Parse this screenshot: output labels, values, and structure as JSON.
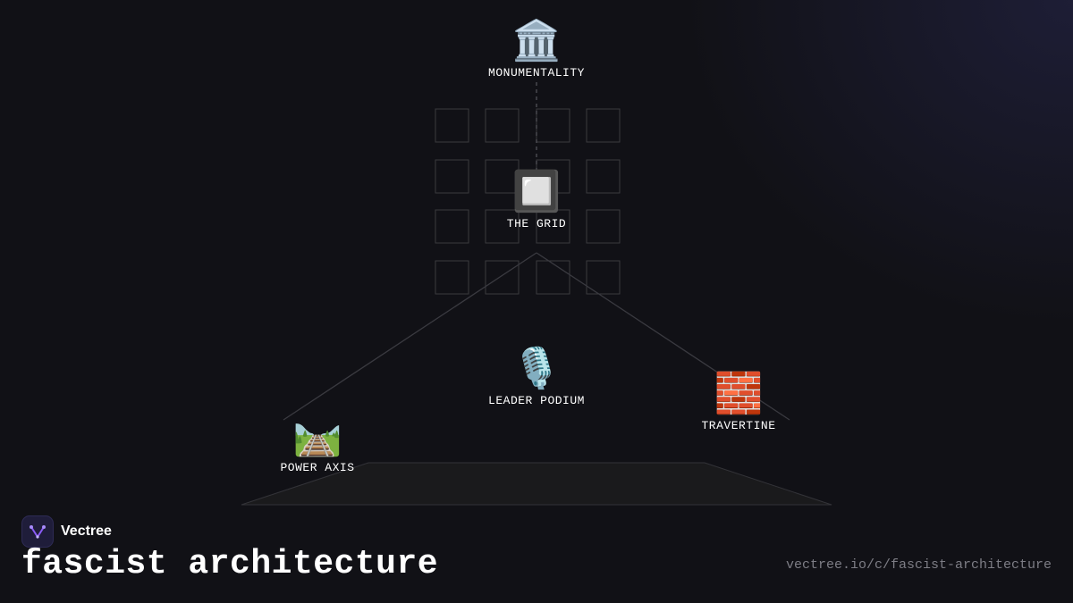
{
  "diagram": {
    "nodes": [
      {
        "id": "monumentality",
        "label": "MONUMENTALITY",
        "icon": "classical-building-icon",
        "emoji": "🏛️"
      },
      {
        "id": "the-grid",
        "label": "THE GRID",
        "icon": "white-square-button-icon",
        "emoji": "🔲"
      },
      {
        "id": "leader-podium",
        "label": "LEADER PODIUM",
        "icon": "microphone-icon",
        "emoji": "🎙️"
      },
      {
        "id": "travertine",
        "label": "TRAVERTINE",
        "icon": "brick-icon",
        "emoji": "🧱"
      },
      {
        "id": "power-axis",
        "label": "POWER AXIS",
        "icon": "railway-track-icon",
        "emoji": "🛤️"
      }
    ]
  },
  "brand": {
    "name": "Vectree",
    "icon": "vectree-logo-icon",
    "accent": "#8b5cf6"
  },
  "page": {
    "title": "fascist architecture",
    "url": "vectree.io/c/fascist-architecture"
  },
  "colors": {
    "background": "#111116",
    "line": "#3a3a40",
    "grid": "#3a3a3e",
    "platform": "#1a1a1c"
  }
}
